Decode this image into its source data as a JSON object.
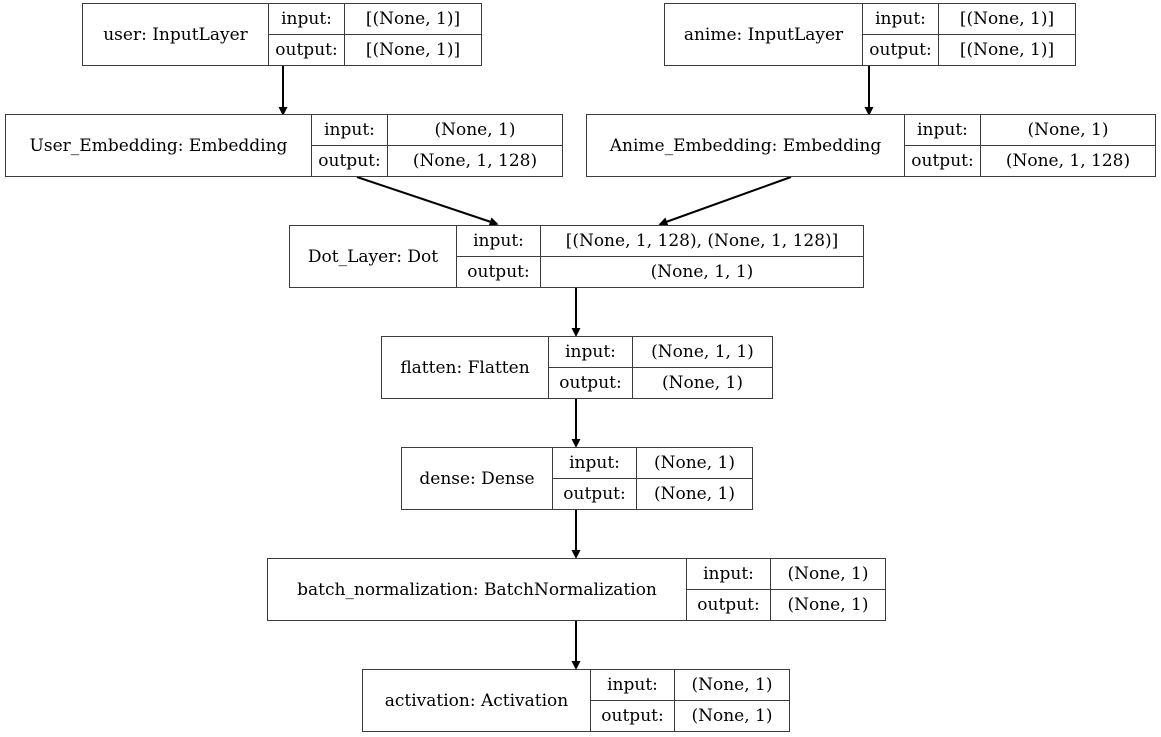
{
  "diagram": {
    "title": "Keras model architecture graph",
    "type": "neural-network-graph",
    "background_color": "#ffffff",
    "border_color": "#3c3c3c",
    "text_color": "#000000",
    "io_labels": {
      "input": "input:",
      "output": "output:"
    },
    "nodes": [
      {
        "id": "user_input",
        "name": "user: InputLayer",
        "input_label": "input:",
        "input_value": "[(None, 1)]",
        "output_label": "output:",
        "output_value": "[(None, 1)]"
      },
      {
        "id": "anime_input",
        "name": "anime: InputLayer",
        "input_label": "input:",
        "input_value": "[(None, 1)]",
        "output_label": "output:",
        "output_value": "[(None, 1)]"
      },
      {
        "id": "user_embedding",
        "name": "User_Embedding: Embedding",
        "input_label": "input:",
        "input_value": "(None, 1)",
        "output_label": "output:",
        "output_value": "(None, 1, 128)"
      },
      {
        "id": "anime_embedding",
        "name": "Anime_Embedding: Embedding",
        "input_label": "input:",
        "input_value": "(None, 1)",
        "output_label": "output:",
        "output_value": "(None, 1, 128)"
      },
      {
        "id": "dot_layer",
        "name": "Dot_Layer: Dot",
        "input_label": "input:",
        "input_value": "[(None, 1, 128), (None, 1, 128)]",
        "output_label": "output:",
        "output_value": "(None, 1, 1)"
      },
      {
        "id": "flatten",
        "name": "flatten: Flatten",
        "input_label": "input:",
        "input_value": "(None, 1, 1)",
        "output_label": "output:",
        "output_value": "(None, 1)"
      },
      {
        "id": "dense",
        "name": "dense: Dense",
        "input_label": "input:",
        "input_value": "(None, 1)",
        "output_label": "output:",
        "output_value": "(None, 1)"
      },
      {
        "id": "batch_normalization",
        "name": "batch_normalization: BatchNormalization",
        "input_label": "input:",
        "input_value": "(None, 1)",
        "output_label": "output:",
        "output_value": "(None, 1)"
      },
      {
        "id": "activation",
        "name": "activation: Activation",
        "input_label": "input:",
        "input_value": "(None, 1)",
        "output_label": "output:",
        "output_value": "(None, 1)"
      }
    ],
    "edges": [
      {
        "from": "user_input",
        "to": "user_embedding"
      },
      {
        "from": "anime_input",
        "to": "anime_embedding"
      },
      {
        "from": "user_embedding",
        "to": "dot_layer"
      },
      {
        "from": "anime_embedding",
        "to": "dot_layer"
      },
      {
        "from": "dot_layer",
        "to": "flatten"
      },
      {
        "from": "flatten",
        "to": "dense"
      },
      {
        "from": "dense",
        "to": "batch_normalization"
      },
      {
        "from": "batch_normalization",
        "to": "activation"
      }
    ]
  }
}
